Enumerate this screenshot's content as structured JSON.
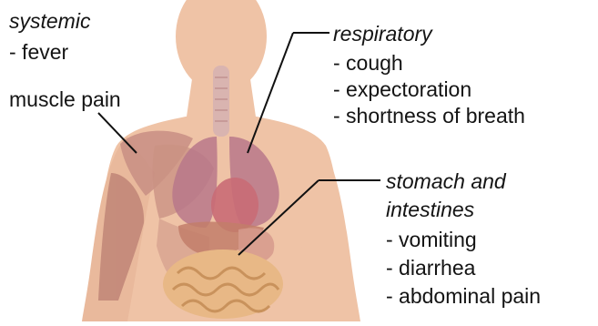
{
  "labels": {
    "systemic": {
      "heading": "systemic",
      "items": [
        "- fever"
      ]
    },
    "muscle": {
      "heading": "muscle pain"
    },
    "respiratory": {
      "heading": "respiratory",
      "items": [
        "- cough",
        "- expectoration",
        "- shortness of breath"
      ]
    },
    "digestive": {
      "heading_line1": "stomach and",
      "heading_line2": "intestines",
      "items": [
        "- vomiting",
        "- diarrhea",
        "- abdominal pain"
      ]
    }
  },
  "colors": {
    "skin": "#efc3a6",
    "skin_shadow": "#e4ad8f",
    "muscle": "#c98f84",
    "lung": "#b8788a",
    "heart": "#c96b76",
    "intestine": "#e8b886",
    "liver": "#c27e6a",
    "pointer": "#111111"
  }
}
